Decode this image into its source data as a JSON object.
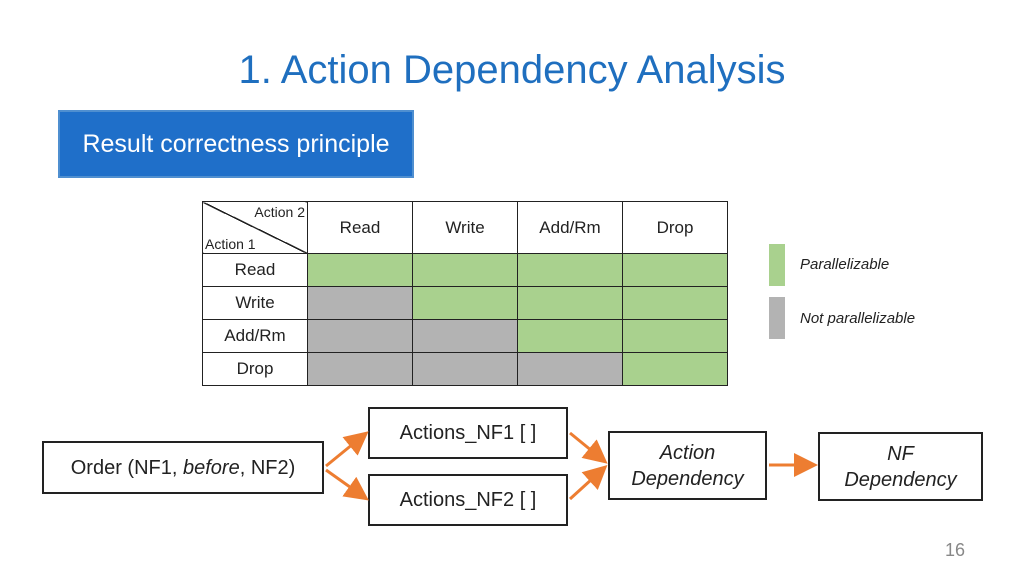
{
  "title": "1. Action Dependency Analysis",
  "principle_label": "Result correctness principle",
  "matrix": {
    "corner_top": "Action 2",
    "corner_bottom": "Action 1",
    "columns": [
      "Read",
      "Write",
      "Add/Rm",
      "Drop"
    ],
    "rows": [
      {
        "label": "Read",
        "cells": [
          "green",
          "green",
          "green",
          "green"
        ]
      },
      {
        "label": "Write",
        "cells": [
          "gray",
          "green",
          "green",
          "green"
        ]
      },
      {
        "label": "Add/Rm",
        "cells": [
          "gray",
          "gray",
          "green",
          "green"
        ]
      },
      {
        "label": "Drop",
        "cells": [
          "gray",
          "gray",
          "gray",
          "green"
        ]
      }
    ]
  },
  "legend": {
    "parallelizable": "Parallelizable",
    "not_parallelizable": "Not parallelizable",
    "colors": {
      "green": "#a9d18e",
      "gray": "#b3b3b3"
    }
  },
  "flow": {
    "order_prefix": "Order (NF1, ",
    "order_italic": "before",
    "order_suffix": ", NF2)",
    "actions_nf1": "Actions_NF1 [ ]",
    "actions_nf2": "Actions_NF2 [ ]",
    "action_dep_line1": "Action",
    "action_dep_line2": "Dependency",
    "nf_dep_line1": "NF",
    "nf_dep_line2": "Dependency",
    "arrow_color": "#ed7d31"
  },
  "page_number": "16"
}
